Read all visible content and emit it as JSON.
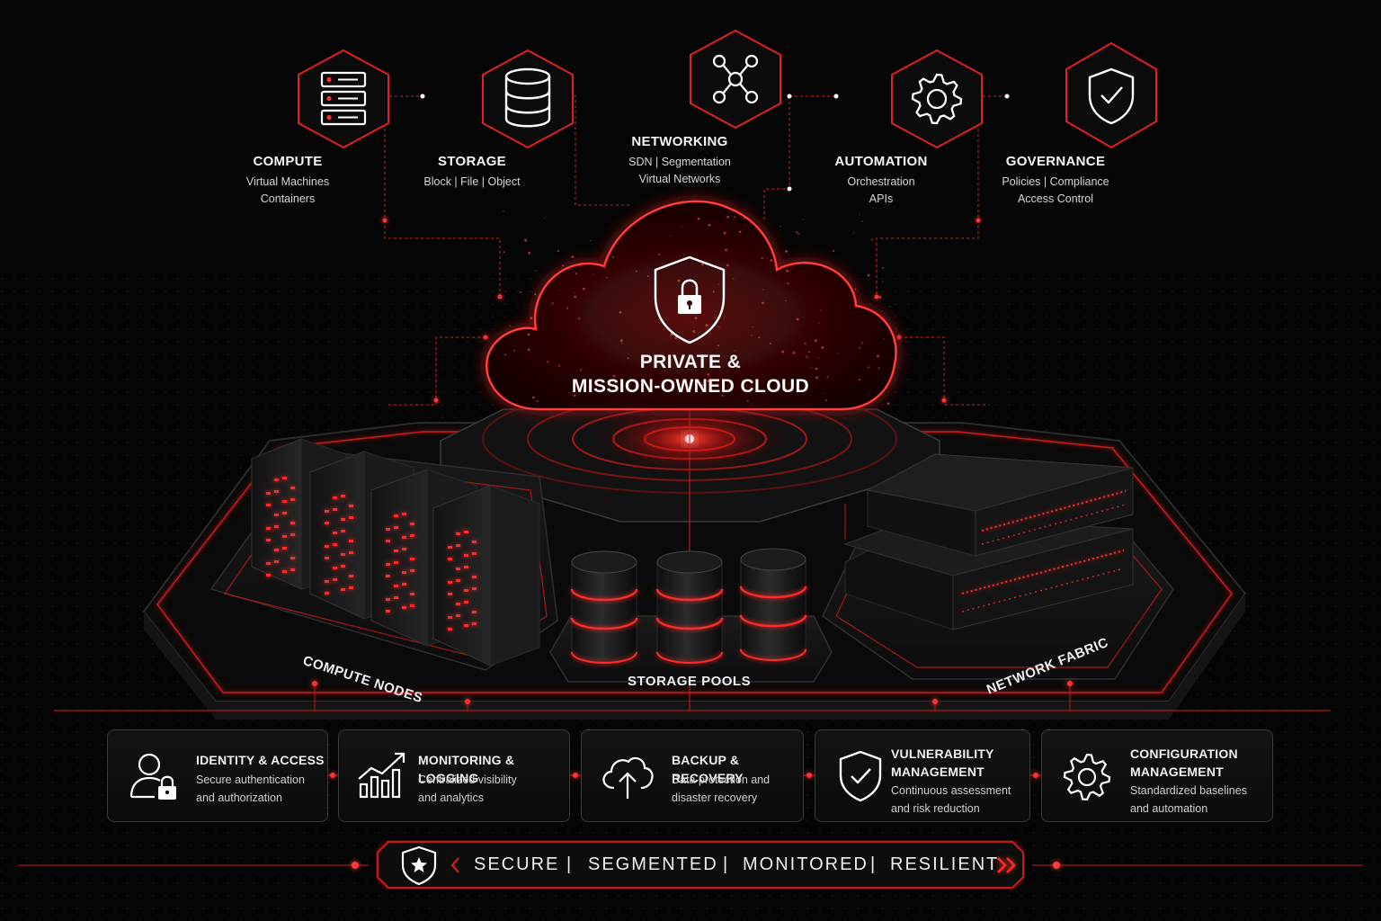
{
  "cloud": {
    "title_line1": "PRIVATE &",
    "title_line2": "MISSION-OWNED CLOUD",
    "icon": "shield-lock-icon"
  },
  "services": [
    {
      "id": "compute",
      "title": "COMPUTE",
      "line1": "Virtual Machines",
      "line2": "Containers",
      "icon": "server-rack-icon"
    },
    {
      "id": "storage",
      "title": "STORAGE",
      "line1": "Block | File | Object",
      "line2": "",
      "icon": "database-icon"
    },
    {
      "id": "networking",
      "title": "NETWORKING",
      "line1": "SDN | Segmentation",
      "line2": "Virtual Networks",
      "icon": "network-nodes-icon"
    },
    {
      "id": "automation",
      "title": "AUTOMATION",
      "line1": "Orchestration",
      "line2": "APIs",
      "icon": "gear-icon"
    },
    {
      "id": "governance",
      "title": "GOVERNANCE",
      "line1": "Policies | Compliance",
      "line2": "Access Control",
      "icon": "shield-check-icon"
    }
  ],
  "platform": {
    "compute_label": "COMPUTE NODES",
    "storage_label": "STORAGE POOLS",
    "network_label": "NETWORK FABRIC"
  },
  "capabilities": [
    {
      "id": "identity",
      "title": "IDENTITY & ACCESS",
      "desc": "Secure authentication\nand authorization",
      "icon": "user-lock-icon"
    },
    {
      "id": "monitoring",
      "title": "MONITORING & LOGGING",
      "desc": "Centralized visibility\nand analytics",
      "icon": "bar-chart-icon"
    },
    {
      "id": "backup",
      "title": "BACKUP & RECOVERY",
      "desc": "Data protection and\ndisaster recovery",
      "icon": "cloud-upload-icon"
    },
    {
      "id": "vulnerability",
      "title": "VULNERABILITY\nMANAGEMENT",
      "desc": "Continuous assessment\nand risk reduction",
      "icon": "shield-check-icon"
    },
    {
      "id": "configuration",
      "title": "CONFIGURATION\nMANAGEMENT",
      "desc": "Standardized baselines\nand automation",
      "icon": "gear-icon"
    }
  ],
  "banner": {
    "items": [
      "SECURE",
      "SEGMENTED",
      "MONITORED",
      "RESILIENT"
    ],
    "separator": "|",
    "icon": "shield-star-icon"
  },
  "colors": {
    "accent": "#ff2a2a",
    "accent_dim": "#a11818",
    "background": "#050505",
    "text": "#f2f2f2"
  }
}
